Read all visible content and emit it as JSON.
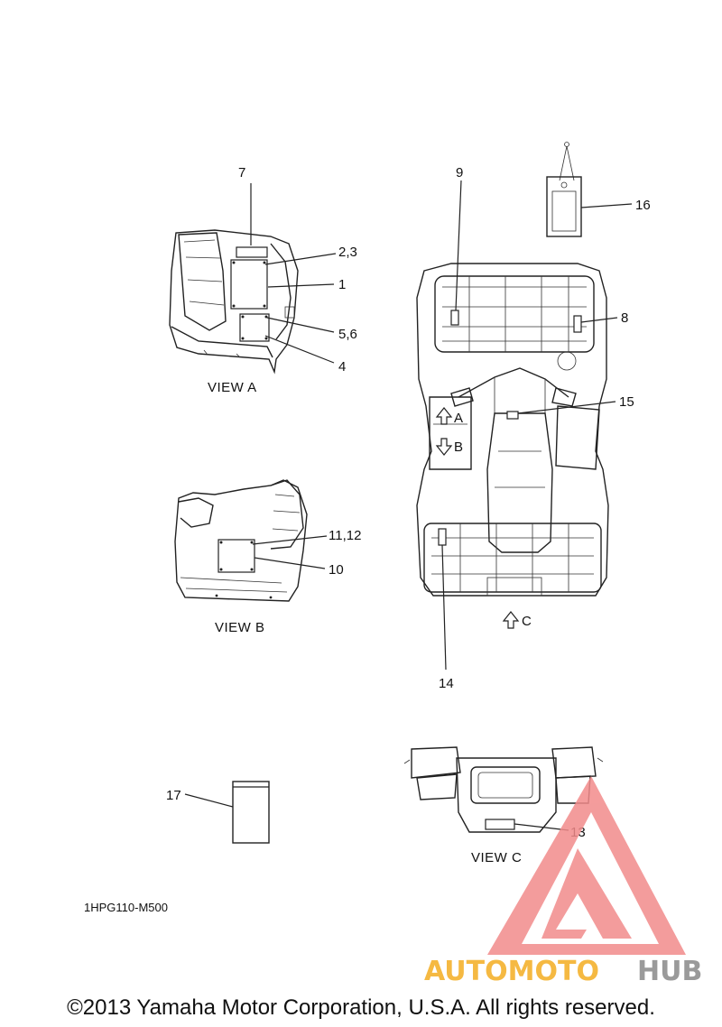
{
  "diagram": {
    "callouts": {
      "c1": "1",
      "c2": "2,3",
      "c3": "5,6",
      "c4": "4",
      "c5": "7",
      "c6": "9",
      "c7": "16",
      "c8": "8",
      "c9": "15",
      "c10": "11,12",
      "c11": "10",
      "c12": "14",
      "c13": "17",
      "c14": "13"
    },
    "views": {
      "a": "VIEW A",
      "b": "VIEW B",
      "c": "VIEW C"
    },
    "arrows": {
      "a": "A",
      "b": "B",
      "c": "C"
    },
    "part_number": "1HPG110-M500",
    "copyright": "©2013 Yamaha Motor Corporation, U.S.A. All rights reserved.",
    "watermark": {
      "text_left": "AUTOMOTO",
      "text_right": "HUB",
      "color_left": "#f5b942",
      "color_right": "#9a9a9a",
      "logo_color": "#f28b8b"
    }
  }
}
